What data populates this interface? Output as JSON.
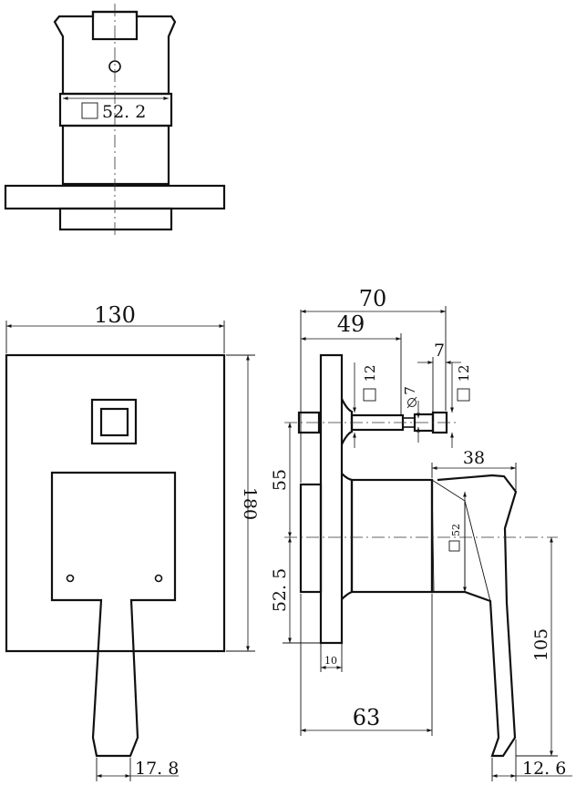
{
  "top_view": {
    "width_label": "52. 2"
  },
  "front_view": {
    "width_label": "130",
    "height_label": "180",
    "handle_offset_label": "17. 8"
  },
  "side_view": {
    "overall_depth_label": "70",
    "stem_depth_label": "49",
    "stem_tip_label": "7",
    "stem_square_label_1": "12",
    "stem_diameter_label": "7",
    "stem_square_label_2": "12",
    "upper_height_label": "55",
    "lower_height_label": "52. 5",
    "plate_thickness_label": "10",
    "body_depth_label": "63",
    "lever_depth_label": "38",
    "lever_square_label": "52",
    "lever_height_label": "105",
    "lever_tip_label": "12. 6"
  }
}
